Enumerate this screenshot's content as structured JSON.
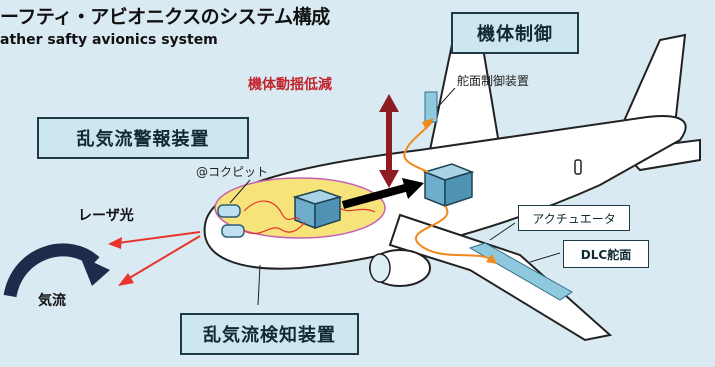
{
  "title": "ーフティ・アビオニクスのシステム構成",
  "subtitle": "ather safty avionics system",
  "labels": {
    "airframe_control": "機体制御",
    "vibration_reduction": "機体動揺低減",
    "control_surface_device": "舵面制御装置",
    "turbulence_warning": "乱気流警報装置",
    "cockpit": "@コクピット",
    "laser": "レーザ光",
    "airflow": "気流",
    "turbulence_detection": "乱気流検知装置",
    "actuator": "アクチュエータ",
    "dlc_surface": "DLC舵面"
  },
  "colors": {
    "background": "#d9eaf3",
    "box_fill": "#cde7ef",
    "box_border": "#1e3a46",
    "laser_red": "#e8342b",
    "actuator_orange": "#f08a1c",
    "arrow_dark_red": "#8e1b1f",
    "airflow_navy": "#1f2b4a",
    "sensor_ellipse": "#f6e37a"
  }
}
